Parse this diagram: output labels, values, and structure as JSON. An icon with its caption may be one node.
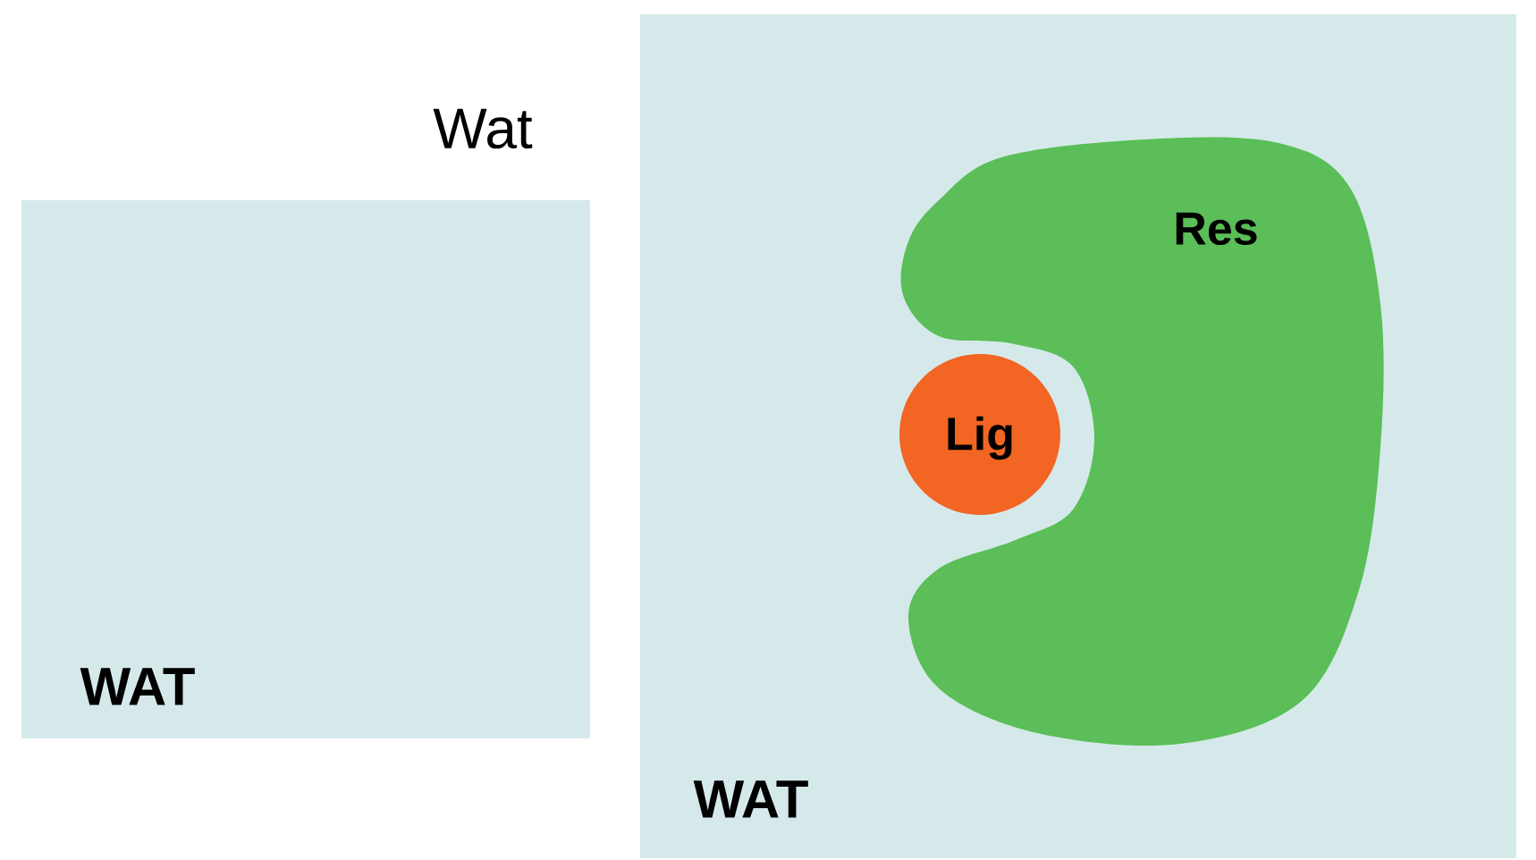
{
  "diagram": {
    "nodes": [
      {
        "text": [
          "WAT"
        ]
      },
      {
        "text": [
          "WAT"
        ]
      },
      {
        "text": [
          "Res"
        ],
        "in": 1
      },
      {
        "text": [
          "Lig"
        ],
        "in": 1
      }
    ],
    "labels": [
      "Wat"
    ]
  }
}
